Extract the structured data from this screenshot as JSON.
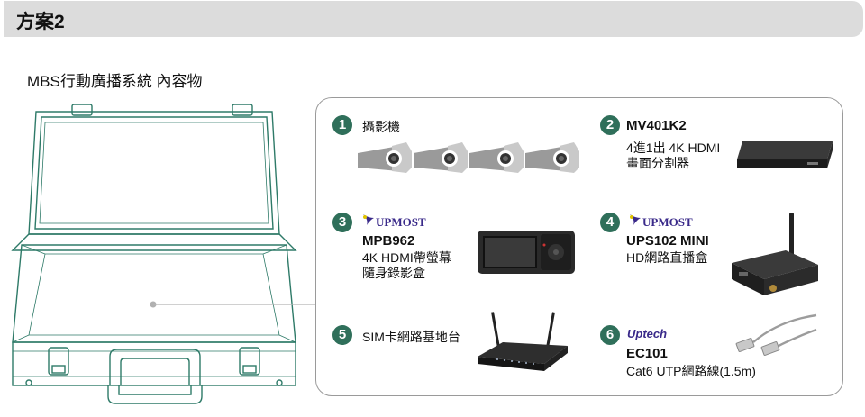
{
  "header": {
    "title": "方案2"
  },
  "subtitle": "MBS行動廣播系統 內容物",
  "items": [
    {
      "num": "1",
      "label": "攝影機"
    },
    {
      "num": "2",
      "model": "MV401K2",
      "desc_lines": [
        "4進1出 4K HDMI",
        "畫面分割器"
      ]
    },
    {
      "num": "3",
      "brand": "UPMOST",
      "model": "MPB962",
      "desc_lines": [
        "4K HDMI帶螢幕",
        "隨身錄影盒"
      ]
    },
    {
      "num": "4",
      "brand": "UPMOST",
      "model": "UPS102 MINI",
      "desc_lines": [
        "HD網路直播盒"
      ]
    },
    {
      "num": "5",
      "label": "SIM卡網路基地台"
    },
    {
      "num": "6",
      "brand": "Uptech",
      "model": "EC101",
      "desc_lines": [
        "Cat6 UTP網路線(1.5m)"
      ]
    }
  ]
}
